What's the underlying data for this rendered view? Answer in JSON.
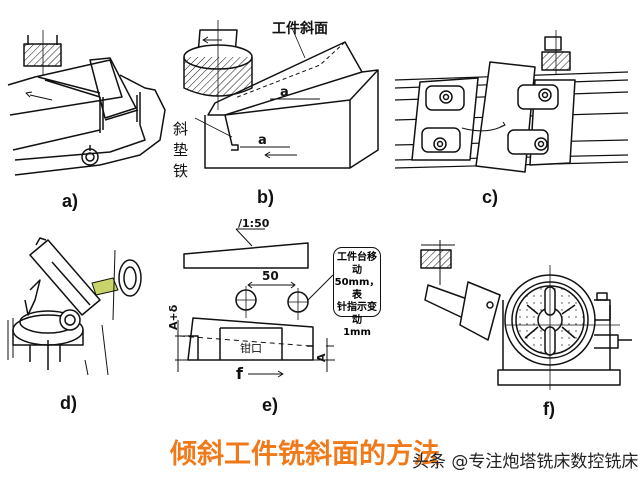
{
  "title": "倾斜工件铣斜面的方法",
  "watermark": "头条 @专注炮塔铣床数控铣床",
  "colors": {
    "title": "#f07a1a",
    "ink": "#111111",
    "background": "#ffffff"
  },
  "figures": {
    "a": {
      "caption": "a)",
      "label_shim": [
        "斜",
        "垫",
        "铁"
      ]
    },
    "b": {
      "caption": "b)",
      "label_surface": "工件斜面",
      "angle_label": "a",
      "angle_label_2": "a"
    },
    "c": {
      "caption": "c)"
    },
    "d": {
      "caption": "d)"
    },
    "e": {
      "caption": "e)",
      "taper": "/1:50",
      "distance": "50",
      "height_left": "A+δ",
      "height_right": "A",
      "vise_label": "钳口",
      "feed_label": "f",
      "note": [
        "工件台移动",
        "50mm，表",
        "针指示变动",
        "1mm"
      ]
    },
    "f": {
      "caption": "f)"
    }
  }
}
